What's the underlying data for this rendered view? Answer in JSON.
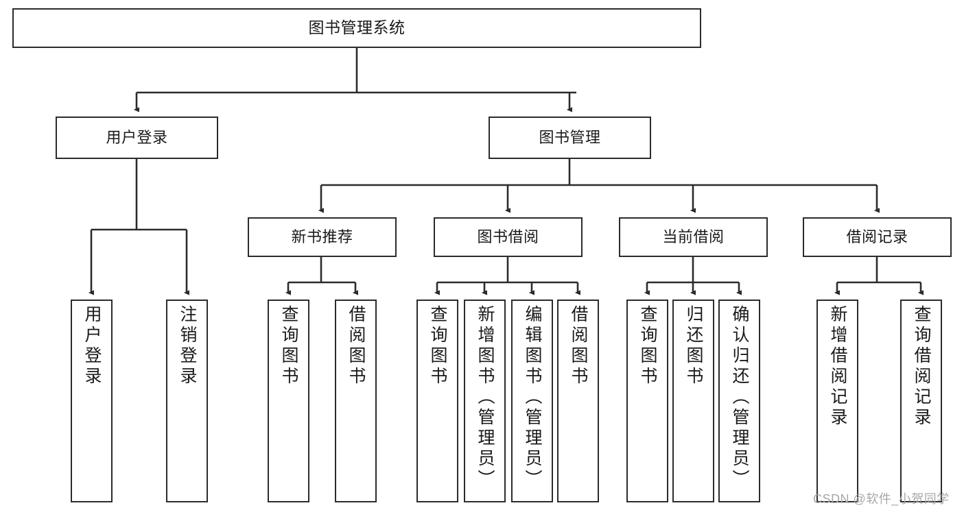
{
  "diagram": {
    "title": "图书管理系统",
    "root": {
      "label": "图书管理系统"
    },
    "level2": [
      {
        "label": "用户登录"
      },
      {
        "label": "图书管理"
      }
    ],
    "level3": [
      {
        "label": "新书推荐"
      },
      {
        "label": "图书借阅"
      },
      {
        "label": "当前借阅"
      },
      {
        "label": "借阅记录"
      }
    ],
    "leaves": {
      "user_login": [
        {
          "label": "用户登录"
        },
        {
          "label": "注销登录"
        }
      ],
      "new_book_recommend": [
        {
          "label": "查询图书"
        },
        {
          "label": "借阅图书"
        }
      ],
      "book_borrow": [
        {
          "label": "查询图书"
        },
        {
          "label": "新增图书（管理员）"
        },
        {
          "label": "编辑图书（管理员）"
        },
        {
          "label": "借阅图书"
        }
      ],
      "current_borrow": [
        {
          "label": "查询图书"
        },
        {
          "label": "归还图书"
        },
        {
          "label": "确认归还（管理员）"
        }
      ],
      "borrow_record": [
        {
          "label": "新增借阅记录"
        },
        {
          "label": "查询借阅记录"
        }
      ]
    },
    "colors": {
      "stroke": "#2b2b2b",
      "background": "#ffffff",
      "text": "#1a1a1a",
      "watermark": "#a8a8a8"
    }
  },
  "watermark": {
    "text": "CSDN @软件_小贺同学"
  }
}
